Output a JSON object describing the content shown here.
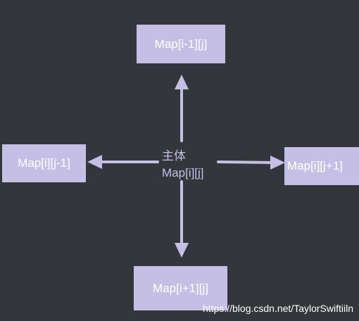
{
  "diagram": {
    "nodes": {
      "top": "Map[i-1][j]",
      "left": "Map[i][j-1]",
      "right": "Map[i][j+1]",
      "bottom": "Map[i+1][j]"
    },
    "center": {
      "title": "主体",
      "name": "Map[i][j]"
    },
    "colors": {
      "background": "#33373b",
      "node_fill": "#c5bfe6",
      "node_text": "#ffffff",
      "arrow": "#c5bfe6"
    }
  },
  "watermark": "https://blog.csdn.net/TaylorSwiftiiln"
}
